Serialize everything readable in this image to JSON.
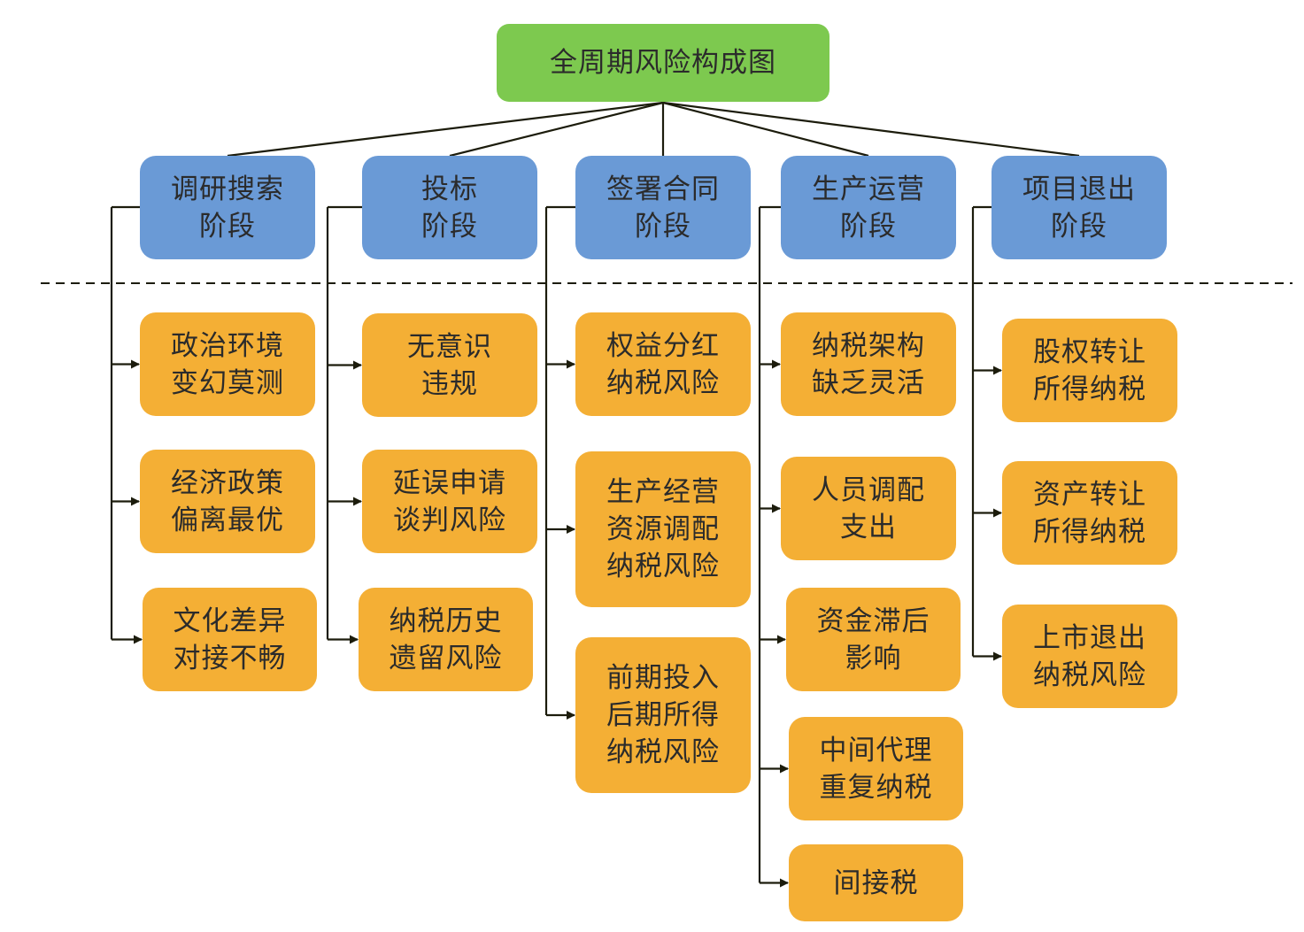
{
  "title": "全周期风险构成图",
  "colors": {
    "root": "#7dc94f",
    "stage": "#6a9ad6",
    "risk": "#f4af35",
    "line": "#1c1c0c"
  },
  "stages": [
    {
      "label": [
        "调研搜索",
        "阶段"
      ],
      "risks": [
        [
          "政治环境",
          "变幻莫测"
        ],
        [
          "经济政策",
          "偏离最优"
        ],
        [
          "文化差异",
          "对接不畅"
        ]
      ]
    },
    {
      "label": [
        "投标",
        "阶段"
      ],
      "risks": [
        [
          "无意识",
          "违规"
        ],
        [
          "延误申请",
          "谈判风险"
        ],
        [
          "纳税历史",
          "遗留风险"
        ]
      ]
    },
    {
      "label": [
        "签署合同",
        "阶段"
      ],
      "risks": [
        [
          "权益分红",
          "纳税风险"
        ],
        [
          "生产经营",
          "资源调配",
          "纳税风险"
        ],
        [
          "前期投入",
          "后期所得",
          "纳税风险"
        ]
      ]
    },
    {
      "label": [
        "生产运营",
        "阶段"
      ],
      "risks": [
        [
          "纳税架构",
          "缺乏灵活"
        ],
        [
          "人员调配",
          "支出"
        ],
        [
          "资金滞后",
          "影响"
        ],
        [
          "中间代理",
          "重复纳税"
        ],
        [
          "间接税"
        ]
      ]
    },
    {
      "label": [
        "项目退出",
        "阶段"
      ],
      "risks": [
        [
          "股权转让",
          "所得纳税"
        ],
        [
          "资产转让",
          "所得纳税"
        ],
        [
          "上市退出",
          "纳税风险"
        ]
      ]
    }
  ]
}
